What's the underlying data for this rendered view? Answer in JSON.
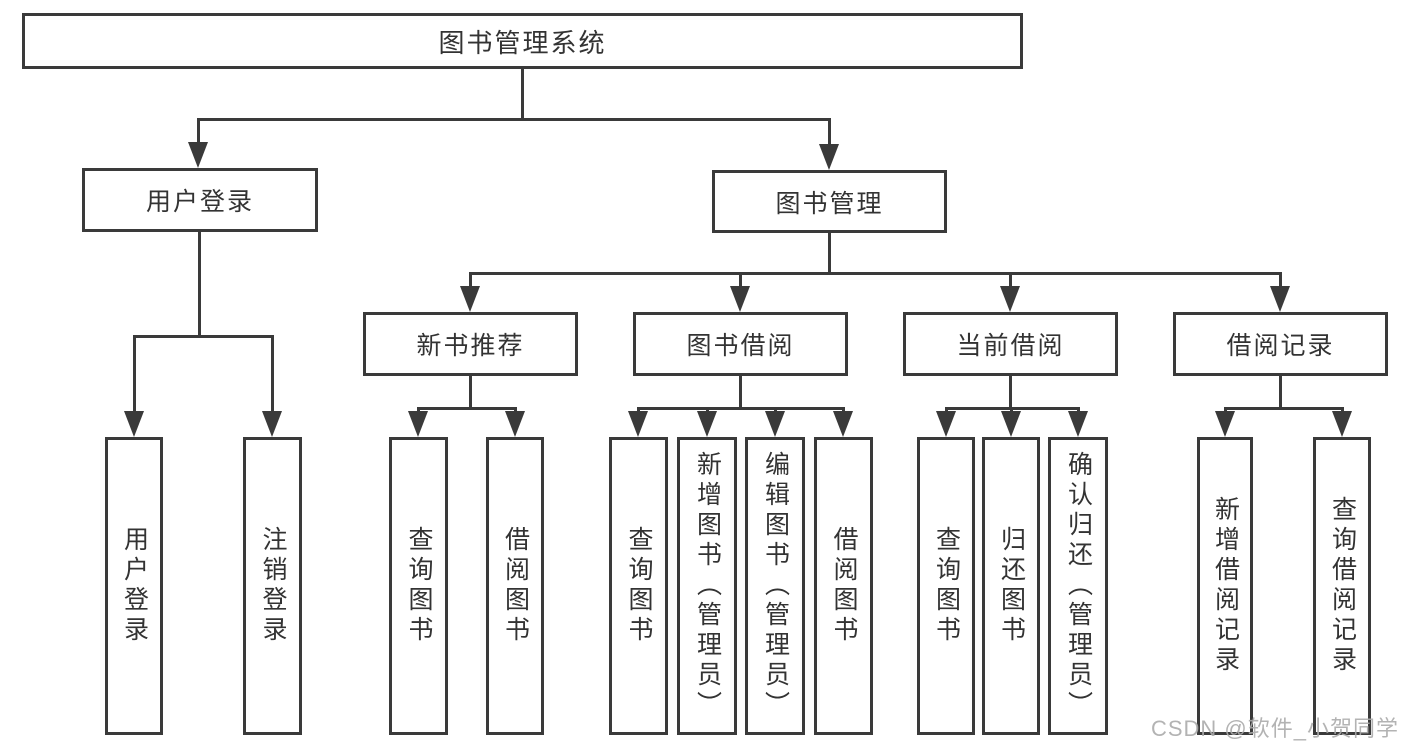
{
  "diagram": {
    "root": "图书管理系统",
    "level2": [
      "用户登录",
      "图书管理"
    ],
    "level3": [
      "新书推荐",
      "图书借阅",
      "当前借阅",
      "借阅记录"
    ],
    "login_children": [
      "用户登录",
      "注销登录"
    ],
    "newbook_children": [
      "查询图书",
      "借阅图书"
    ],
    "borrow_children": [
      "查询图书",
      "新增图书（管理员）",
      "编辑图书（管理员）",
      "借阅图书"
    ],
    "current_children": [
      "查询图书",
      "归还图书",
      "确认归还（管理员）"
    ],
    "record_children": [
      "新增借阅记录",
      "查询借阅记录"
    ]
  },
  "watermark": "CSDN @软件_小贺同学",
  "colors": {
    "line": "#3a3a3a",
    "text": "#333333",
    "background": "#ffffff",
    "watermark": "#ababab"
  }
}
